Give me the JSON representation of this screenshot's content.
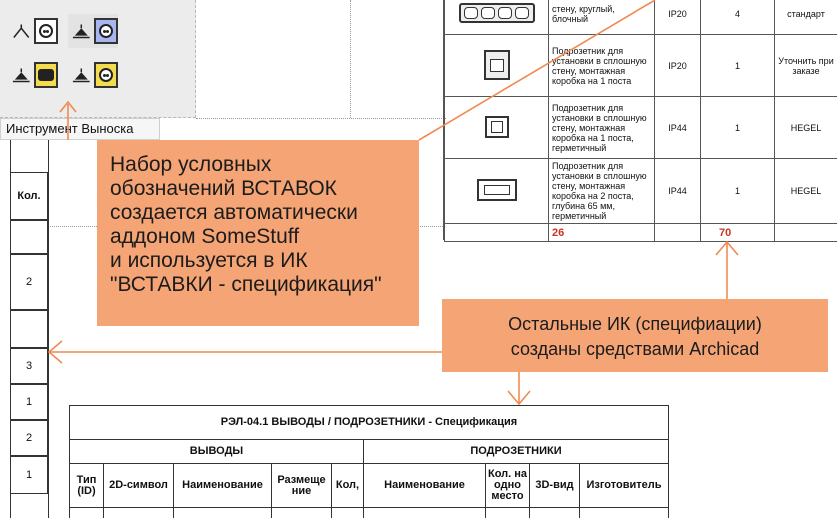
{
  "tooltip": {
    "text": "Инструмент Выноска"
  },
  "toolbox": {
    "tools": [
      {
        "icon": "socket-icon-white"
      },
      {
        "icon": "socket-icon-blue"
      },
      {
        "icon": "socket-icon-yellow-dark"
      },
      {
        "icon": "socket-icon-yellow"
      }
    ]
  },
  "left_table": {
    "header": "Кол.",
    "values": [
      "2",
      "3",
      "1",
      "2",
      "1"
    ]
  },
  "top_table": {
    "rows": [
      {
        "name": "стену, круглый, блочный",
        "ip": "IP20",
        "qty": "4",
        "mfr": "стандарт"
      },
      {
        "name": "Подрозетник для установки в сплошную стену, монтажная коробка на 1 поста",
        "ip": "IP20",
        "qty": "1",
        "mfr": "Уточнить при заказе"
      },
      {
        "name": "Подрозетник для установки в сплошную стену, монтажная коробка на 1 поста, герметичный",
        "ip": "IP44",
        "qty": "1",
        "mfr": "HEGEL"
      },
      {
        "name": "Подрозетник для установки в сплошную стену, монтажная коробка на 2 поста, глубина 65 мм, герметичный",
        "ip": "IP44",
        "qty": "1",
        "mfr": "HEGEL"
      }
    ],
    "total_left": "26",
    "total_right": "70"
  },
  "callout_1": {
    "lines": [
      "Набор условных",
      "обозначений ВСТАВОК",
      "создается автоматически",
      "аддоном SomeStuff",
      "и используется в ИК",
      "\"ВСТАВКИ - спецификация\""
    ]
  },
  "callout_2": {
    "lines": [
      "Остальные ИК (специфиации)",
      "созданы средствами Archicad"
    ]
  },
  "bottom_table": {
    "title": "РЭЛ-04.1  ВЫВОДЫ / ПОДРОЗЕТНИКИ - Спецификация",
    "group_left": "ВЫВОДЫ",
    "group_right": "ПОДРОЗЕТНИКИ",
    "headers": [
      "Тип (ID)",
      "2D-символ",
      "Наименование",
      "Размеще ние",
      "Кол,",
      "Наименование",
      "Кол. на одно место",
      "3D-вид",
      "Изготовитель"
    ]
  },
  "colors": {
    "callout": "#f4a475",
    "arrow": "#f08a52",
    "total": "#c8341e",
    "sock_blue": "#a8b6f0",
    "sock_yellow": "#f3dd4f"
  }
}
